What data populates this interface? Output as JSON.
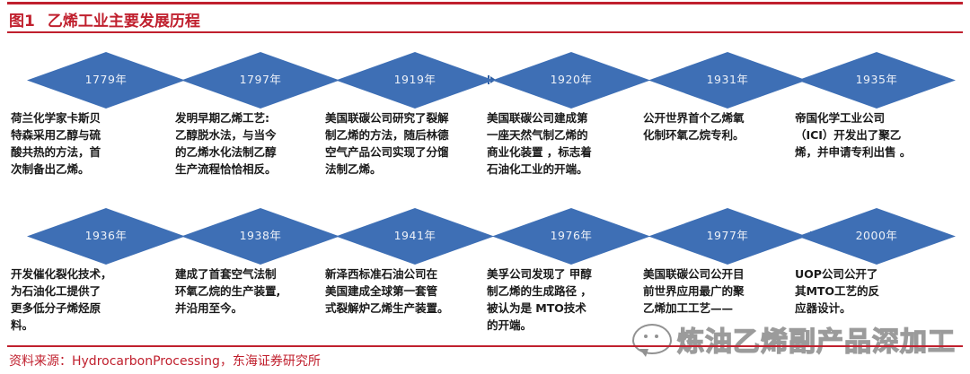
{
  "header": {
    "figure_number": "图1",
    "title": "乙烯工业主要发展历程",
    "accent_color": "#C0202E"
  },
  "diagram": {
    "type": "timeline",
    "node_color": "#3E6FB5",
    "connector_color": "#A8BDDA",
    "rows": [
      {
        "nodes": [
          {
            "year": "1779年",
            "desc": "荷兰化学家卡斯贝\n特森采用乙醇与硫\n酸共热的方法，首\n次制备出乙烯。"
          },
          {
            "year": "1797年",
            "desc": "发明早期乙烯工艺:\n乙醇脱水法，与当今\n的乙烯水化法制乙醇\n生产流程恰恰相反。"
          },
          {
            "year": "1919年",
            "desc": "美国联碳公司研究了裂解\n制乙烯的方法，随后林德\n空气产品公司实现了分馏\n法制乙烯。"
          },
          {
            "year": "1920年",
            "desc": "美国联碳公司建成第\n一座天然气制乙烯的\n商业化装置 ，标志着\n石油化工业的开端。"
          },
          {
            "year": "1931年",
            "desc": "公开世界首个乙烯氧\n化制环氧乙烷专利。"
          },
          {
            "year": "1935年",
            "desc": "帝国化学工业公司\n（ICI）开发出了聚乙\n烯，并申请专利出售 。"
          }
        ]
      },
      {
        "nodes": [
          {
            "year": "1936年",
            "desc": "开发催化裂化技术，\n为石油化工提供了\n更多低分子烯烃原\n料。"
          },
          {
            "year": "1938年",
            "desc": "建成了首套空气法制\n环氧乙烷的生产装置,\n并沿用至今。"
          },
          {
            "year": "1941年",
            "desc": "新泽西标准石油公司在\n美国建成全球第一套管\n式裂解炉乙烯生产装置。"
          },
          {
            "year": "1976年",
            "desc": "美孚公司发现了 甲醇\n制乙烯的生成路径 ，\n被认为是 MTO技术\n的开端。"
          },
          {
            "year": "1977年",
            "desc": "美国联碳公司公开目\n前世界应用最广的聚\n乙烯加工工艺——"
          },
          {
            "year": "2000年",
            "desc": "UOP公司公开了\n其MTO工艺的反\n应器设计。"
          }
        ]
      }
    ]
  },
  "watermark": {
    "text": "炼油乙烯副产品深加工",
    "icon": "speech-bubble-icon"
  },
  "footer": {
    "source": "资料来源：HydrocarbonProcessing，东海证券研究所"
  }
}
